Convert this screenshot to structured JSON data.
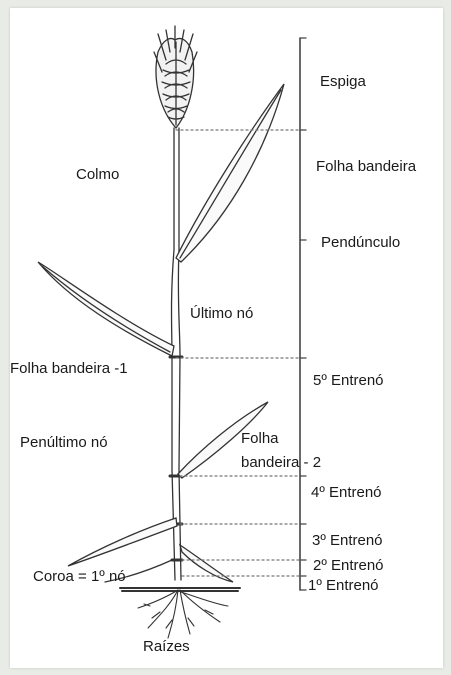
{
  "labels": {
    "colmo": "Colmo",
    "espiga": "Espiga",
    "folha_bandeira": "Folha bandeira",
    "penduculo": "Pendúnculo",
    "ultimo_no": "Último nó",
    "folha_bandeira_1": "Folha bandeira -1",
    "entreno_5": "5º Entrenó",
    "penultimo_no": "Penúltimo nó",
    "folha_bandeira_2_line1": "Folha",
    "folha_bandeira_2_line2": "bandeira - 2",
    "entreno_4": "4º Entrenó",
    "entreno_3": "3º Entrenó",
    "entreno_2": "2º Entrenó",
    "entreno_1": "1º Entrenó",
    "coroa": "Coroa = 1º nó",
    "raizes": "Raízes"
  }
}
